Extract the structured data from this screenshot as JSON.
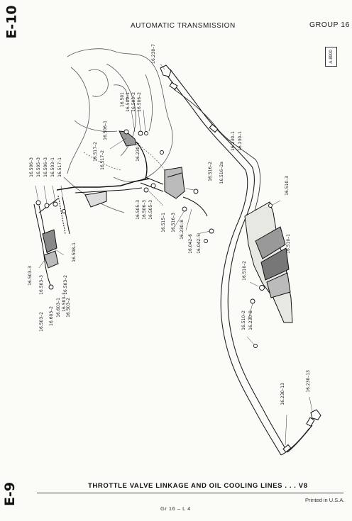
{
  "header": {
    "code_top": "E-10",
    "code_bottom": "E-9",
    "title": "AUTOMATIC TRANSMISSION",
    "group": "GROUP 16",
    "badge": "A-8900"
  },
  "caption": "THROTTLE VALVE LINKAGE AND OIL COOLING LINES . . . V8",
  "footer": {
    "printed": "Printed in U.S.A.",
    "page": "Gr 16 – L 4"
  },
  "part_labels": [
    "16.230–7",
    "16.501",
    "16.500–1",
    "16.505–2",
    "16.506–2",
    "16.506–1",
    "16.230–7",
    "16.517–2",
    "16.517–2",
    "16.506–3",
    "16.505–3",
    "16.506–3",
    "16.503–1",
    "16.517–1",
    "16.230–1",
    "16.230–1",
    "16.516–2",
    "16.516–2a",
    "16.510–3",
    "16.505–3",
    "16.506–3",
    "16.505–3",
    "16.515–1",
    "16.516–3",
    "16.230–8",
    "16.042–6",
    "16.042–5",
    "16.510–1",
    "16.510–2",
    "16.510–2",
    "16.230–8",
    "16.508–1",
    "16.503–3",
    "16.503–3",
    "16.503–2",
    "16.503–1",
    "16.603–1",
    "16.503–2",
    "16.603–2",
    "16.503–2",
    "16.230–13",
    "16.230–13"
  ]
}
